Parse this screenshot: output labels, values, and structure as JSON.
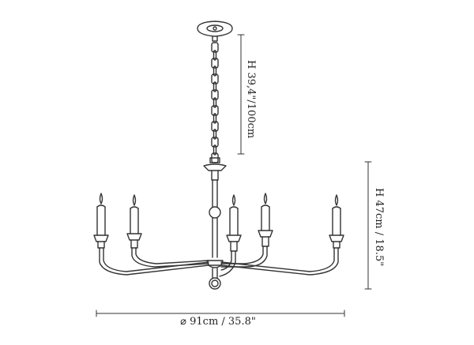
{
  "dimensions": {
    "chain_length": "H 39,4\"/100cm",
    "fixture_height": "H 47cm / 18.5\"",
    "diameter": "⌀ 91cm / 35.8\""
  },
  "style": {
    "line_color": "#333333",
    "background": "#ffffff"
  }
}
